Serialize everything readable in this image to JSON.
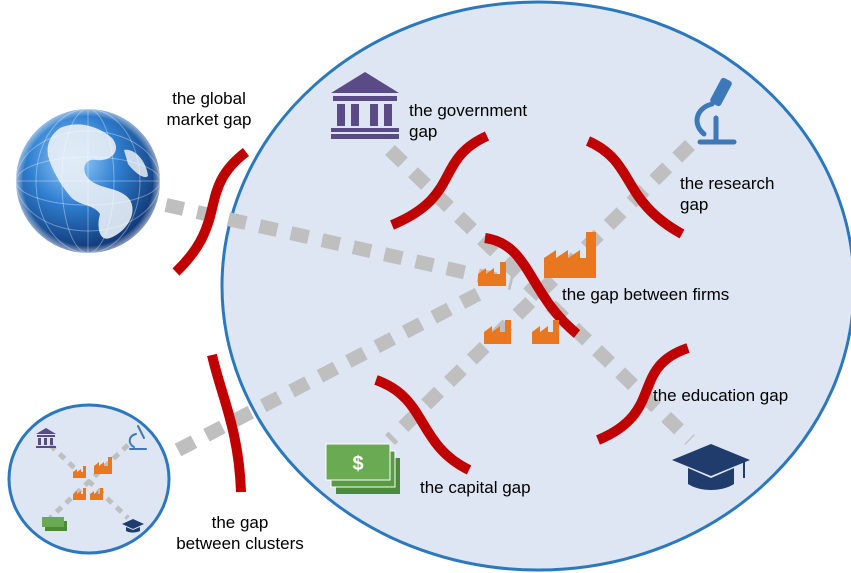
{
  "labels": {
    "global_market_gap_line1": "the global",
    "global_market_gap_line2": "market gap",
    "government_gap_line1": "the government",
    "government_gap_line2": "gap",
    "research_gap_line1": "the research",
    "research_gap_line2": "gap",
    "gap_between_firms": "the gap between firms",
    "education_gap": "the education gap",
    "capital_gap": "the capital gap",
    "gap_between_clusters_line1": "the gap",
    "gap_between_clusters_line2": "between clusters"
  },
  "icons": {
    "government": "government-building-icon",
    "research": "microscope-icon",
    "education": "graduation-cap-icon",
    "capital": "money-stack-icon",
    "firms": "factory-icon",
    "globe": "globe-icon"
  },
  "currency_symbol": "$",
  "colors": {
    "cluster_fill": "#dde6f2",
    "cluster_border": "#2b78bf",
    "gap_red": "#c00000",
    "link_gray": "#bfbfbf",
    "factory_orange": "#e8771f",
    "government_purple": "#5a4b86",
    "research_blue": "#3d78b8",
    "education_navy": "#1f3c6c",
    "money_green": "#5a9a45"
  }
}
